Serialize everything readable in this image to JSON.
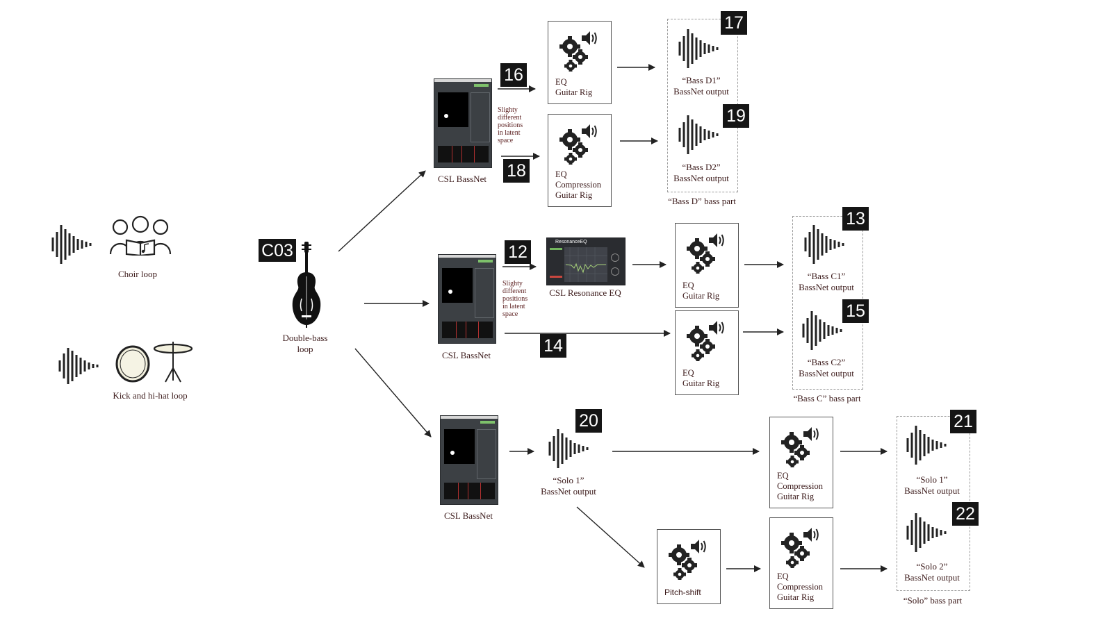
{
  "badges": {
    "c03": "C03",
    "n12": "12",
    "n13": "13",
    "n14": "14",
    "n15": "15",
    "n16": "16",
    "n17": "17",
    "n18": "18",
    "n19": "19",
    "n20": "20",
    "n21": "21",
    "n22": "22"
  },
  "inputs": {
    "choir": "Choir loop",
    "kick": "Kick and hi-hat loop",
    "bass_line1": "Double-bass",
    "bass_line2": "loop"
  },
  "bassnet": {
    "top": "CSL BassNet",
    "middle": "CSL BassNet",
    "bottom": "CSL BassNet"
  },
  "notes": {
    "top": [
      "Slighty",
      "different",
      "positions",
      "in latent",
      "space"
    ],
    "middle": [
      "Slighty",
      "different",
      "positions",
      "in latent",
      "space"
    ]
  },
  "resonance_eq": {
    "caption": "CSL Resonance EQ",
    "window_title": "ResonanceEQ"
  },
  "processors": {
    "d1": [
      "EQ",
      "Guitar Rig"
    ],
    "d2": [
      "EQ",
      "Compression",
      "Guitar Rig"
    ],
    "c1": [
      "EQ",
      "Guitar Rig"
    ],
    "c2": [
      "EQ",
      "Guitar Rig"
    ],
    "s1": [
      "EQ",
      "Compression",
      "Guitar Rig"
    ],
    "pitch": [
      "Pitch-shift"
    ],
    "s2": [
      "EQ",
      "Compression",
      "Guitar Rig"
    ]
  },
  "outputs": {
    "d1": [
      "“Bass D1”",
      "BassNet output"
    ],
    "d2": [
      "“Bass D2”",
      "BassNet output"
    ],
    "c1": [
      "“Bass C1”",
      "BassNet output"
    ],
    "c2": [
      "“Bass C2”",
      "BassNet output"
    ],
    "solo_mid": [
      "“Solo 1”",
      "BassNet output"
    ],
    "s1": [
      "“Solo 1”",
      "BassNet output"
    ],
    "s2": [
      "“Solo 2”",
      "BassNet output"
    ]
  },
  "groups": {
    "bass_d": "“Bass D” bass part",
    "bass_c": "“Bass C” bass part",
    "solo": "“Solo” bass part"
  },
  "icons": {
    "waveform": "waveform-icon",
    "choir": "choir-icon",
    "drum": "bass-drum-icon",
    "hihat": "hi-hat-icon",
    "double_bass": "double-bass-icon",
    "gears": "gears-speaker-icon"
  }
}
